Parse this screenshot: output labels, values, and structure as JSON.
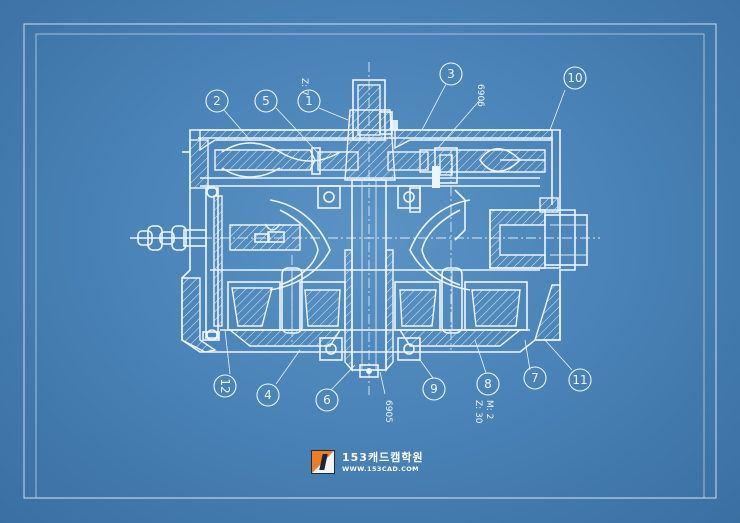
{
  "callouts": {
    "c1": "1",
    "c2": "2",
    "c3": "3",
    "c4": "4",
    "c5": "5",
    "c6": "6",
    "c7": "7",
    "c8": "8",
    "c9": "9",
    "c10": "10",
    "c11": "11",
    "c12": "12"
  },
  "notes": {
    "z7": "Z: 7",
    "b6906": "6906",
    "b6905": "6905",
    "m2": "M: 2",
    "z30": "Z: 30"
  },
  "logo": {
    "title": "153캐드캠학원",
    "url": "WWW.153CAD.COM"
  },
  "colors": {
    "background": "#4a84b8",
    "lines": "#eef5fb",
    "logo_accent": "#ef7d22"
  }
}
